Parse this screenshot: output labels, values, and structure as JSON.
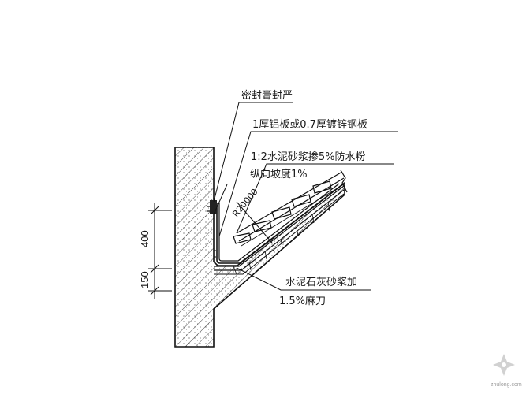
{
  "labels": {
    "sealant": "密封膏封严",
    "flashing": "1厚铝板或0.7厚镀锌钢板",
    "mortar_line1": "1:2水泥砂浆掺5%防水粉",
    "mortar_line2": "纵向坡度1%",
    "radius": "R20000",
    "lime_line1": "水泥石灰砂浆加",
    "lime_line2": "1.5%麻刀"
  },
  "dimensions": {
    "upper": "400",
    "lower": "150"
  },
  "watermark": {
    "text": "zhulong.com"
  }
}
